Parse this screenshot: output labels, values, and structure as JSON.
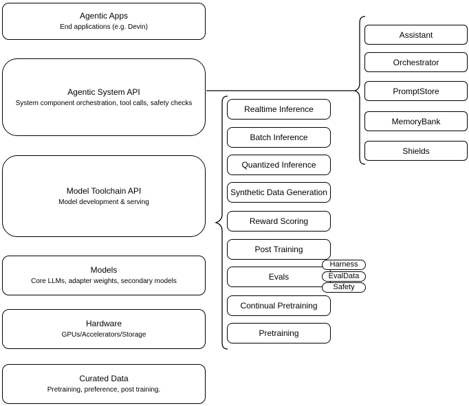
{
  "diagram": {
    "left_stack": [
      {
        "title": "Agentic Apps",
        "subtitle": "End applications (e.g. Devin)"
      },
      {
        "title": "Agentic System API",
        "subtitle": "System component orchestration, tool calls, safety checks"
      },
      {
        "title": "Model Toolchain API",
        "subtitle": "Model development & serving"
      },
      {
        "title": "Models",
        "subtitle": "Core LLMs, adapter weights, secondary models"
      },
      {
        "title": "Hardware",
        "subtitle": "GPUs/Accelerators/Storage"
      },
      {
        "title": "Curated Data",
        "subtitle": "Pretraining, preference, post training."
      }
    ],
    "toolchain_items": [
      "Realtime Inference",
      "Batch Inference",
      "Quantized Inference",
      "Synthetic Data Generation",
      "Reward Scoring",
      "Post Training",
      "Evals",
      "Continual Pretraining",
      "Pretraining"
    ],
    "eval_tags": [
      "Harness",
      "EvalData",
      "Safety"
    ],
    "system_components": [
      "Assistant",
      "Orchestrator",
      "PromptStore",
      "MemoryBank",
      "Shields"
    ],
    "colors": {
      "stroke": "#000000",
      "fill": "#ffffff",
      "text": "#000000"
    }
  }
}
